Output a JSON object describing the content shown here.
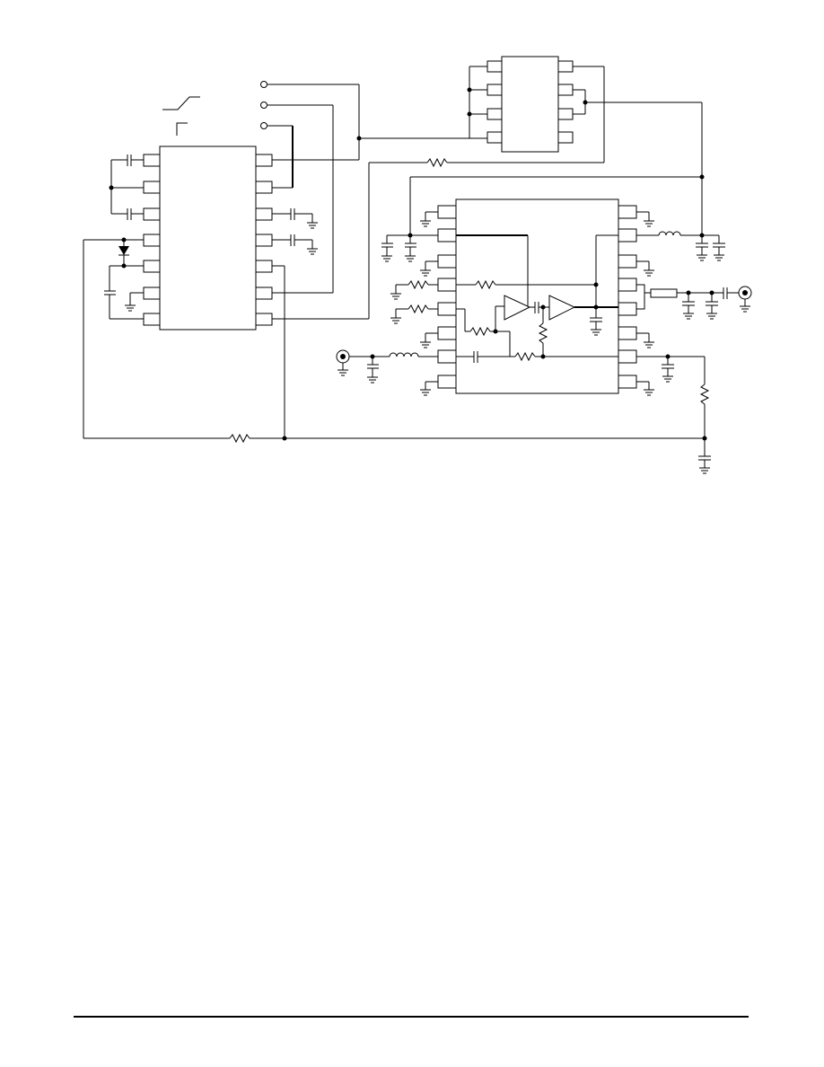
{
  "page": {
    "background": "#ffffff",
    "ink": "#000000"
  },
  "components": {
    "ic_left": {
      "pins_per_side": 7
    },
    "ic_top_right": {
      "pins_per_side": 4
    },
    "ic_center": {
      "pins_per_side": 8
    }
  },
  "icons": [
    "resistor-icon",
    "capacitor-icon",
    "inductor-icon",
    "ground-icon",
    "diode-icon",
    "coax-connector-icon",
    "amplifier-icon",
    "switch-icon",
    "terminal-icon"
  ]
}
